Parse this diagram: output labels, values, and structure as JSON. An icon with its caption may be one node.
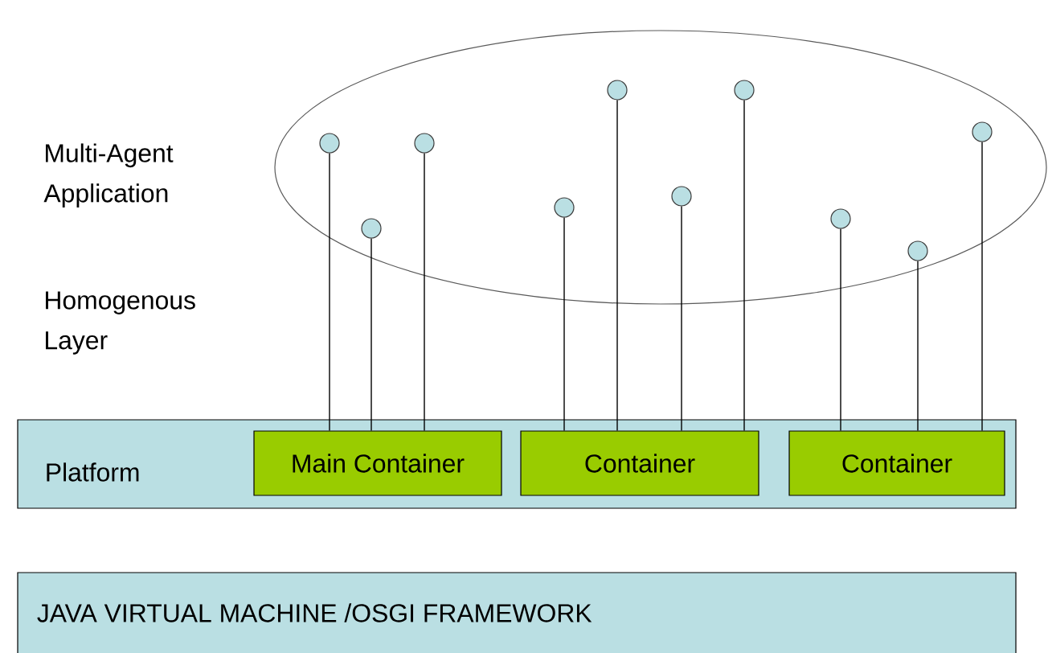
{
  "diagram": {
    "nodes": [
      {
        "text": [],
        "shape": "ellipse"
      },
      {
        "text": [],
        "shape": "circle",
        "in": 0
      },
      {
        "text": [],
        "shape": "circle",
        "in": 0
      },
      {
        "text": [],
        "shape": "circle",
        "in": 0
      },
      {
        "text": [],
        "shape": "circle",
        "in": 0
      },
      {
        "text": [],
        "shape": "circle",
        "in": 0
      },
      {
        "text": [],
        "shape": "circle",
        "in": 0
      },
      {
        "text": [],
        "shape": "circle",
        "in": 0
      },
      {
        "text": [],
        "shape": "circle",
        "in": 0
      },
      {
        "text": [],
        "shape": "circle",
        "in": 0
      },
      {
        "text": [],
        "shape": "circle",
        "in": 0
      },
      {
        "text": [
          "Platform"
        ]
      },
      {
        "text": [
          "Main Container"
        ],
        "in": 11
      },
      {
        "text": [
          "Container"
        ],
        "in": 11
      },
      {
        "text": [
          "Container"
        ],
        "in": 11
      },
      {
        "text": [
          "JAVA VIRTUAL MACHINE /OSGI  FRAMEWORK"
        ]
      }
    ],
    "edges": [
      {
        "from": 1,
        "to": 12,
        "arrow": "none"
      },
      {
        "from": 2,
        "to": 12,
        "arrow": "none"
      },
      {
        "from": 3,
        "to": 12,
        "arrow": "none"
      },
      {
        "from": 4,
        "to": 13,
        "arrow": "none"
      },
      {
        "from": 5,
        "to": 13,
        "arrow": "none"
      },
      {
        "from": 6,
        "to": 13,
        "arrow": "none"
      },
      {
        "from": 7,
        "to": 13,
        "arrow": "none"
      },
      {
        "from": 8,
        "to": 14,
        "arrow": "none"
      },
      {
        "from": 9,
        "to": 14,
        "arrow": "none"
      },
      {
        "from": 10,
        "to": 14,
        "arrow": "none"
      }
    ],
    "labels": [
      "Multi-Agent Application",
      "Homogenous Layer"
    ]
  }
}
